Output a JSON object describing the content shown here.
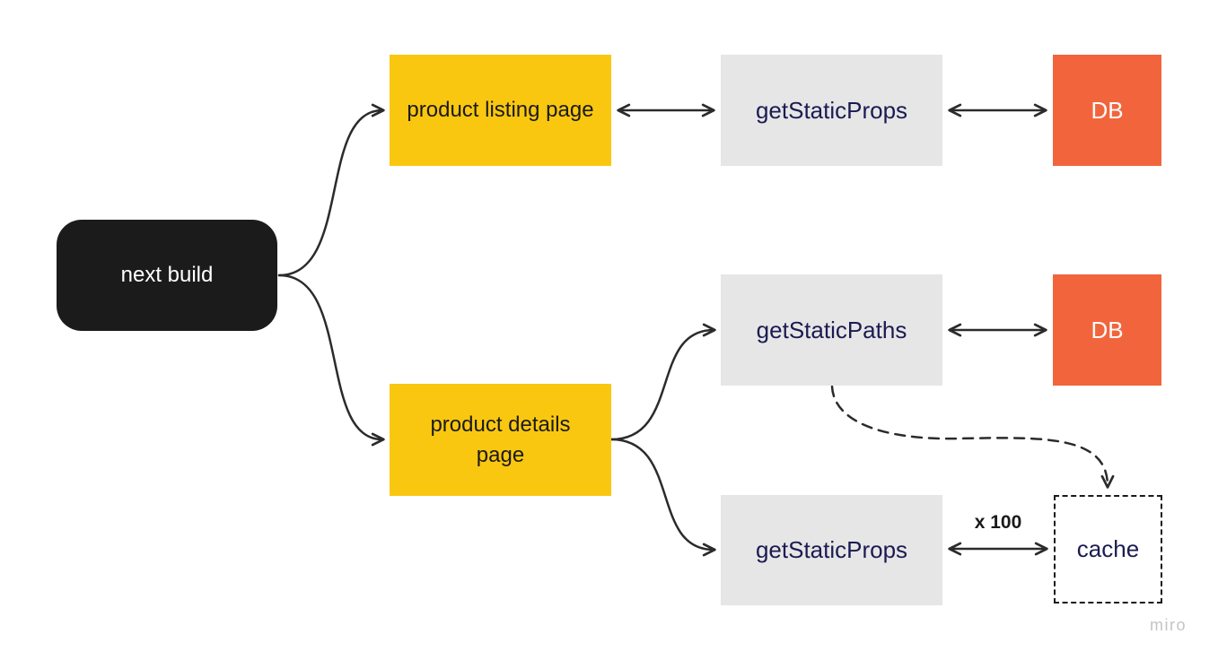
{
  "watermark": "miro",
  "nodes": {
    "next_build": {
      "label": "next build"
    },
    "product_listing": {
      "label": "product listing page"
    },
    "get_static_props_top": {
      "label": "getStaticProps"
    },
    "db_top": {
      "label": "DB"
    },
    "get_static_paths": {
      "label": "getStaticPaths"
    },
    "db_mid": {
      "label": "DB"
    },
    "product_details": {
      "label": "product details page"
    },
    "get_static_props_bottom": {
      "label": "getStaticProps"
    },
    "cache": {
      "label": "cache"
    }
  },
  "edge_labels": {
    "x100": "x 100"
  },
  "colors": {
    "node_black": "#1b1b1b",
    "node_yellow": "#fac710",
    "node_gray": "#e6e6e6",
    "node_orange": "#f2653c",
    "text_dark": "#1a1a1a",
    "text_navy": "#1b1b52",
    "text_white": "#ffffff",
    "connector": "#2b2b2b",
    "watermark_gray": "#c4c4c4"
  }
}
